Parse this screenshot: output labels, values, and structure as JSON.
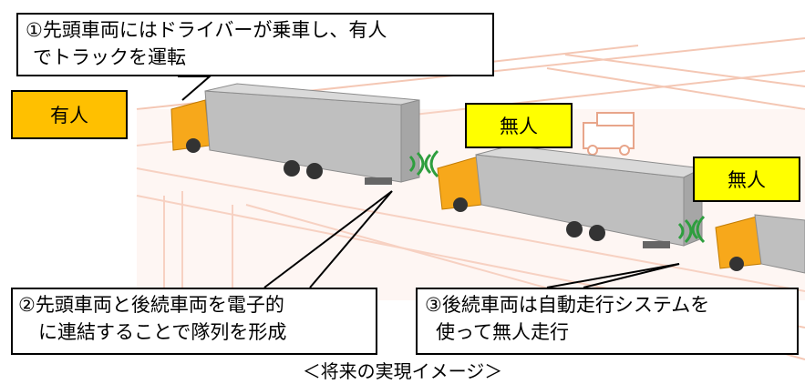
{
  "callouts": {
    "lead": {
      "line1": "①先頭車両にはドライバーが乗車し、有人",
      "line2": "でトラックを運転"
    },
    "link": {
      "line1": "②先頭車両と後続車両を電子的",
      "line2": "に連結することで隊列を形成"
    },
    "follow": {
      "line1": "③後続車両は自動走行システムを",
      "line2": "使って無人走行"
    }
  },
  "badges": {
    "manned": {
      "label": "有人",
      "color": "#FFC000"
    },
    "unmanned_1": {
      "label": "無人",
      "color": "#FFFF00"
    },
    "unmanned_2": {
      "label": "無人",
      "color": "#FFFF00"
    }
  },
  "caption": "＜将来の実現イメージ＞",
  "colors": {
    "road_lines": "#F4C7B4",
    "cab": "#F7A81B",
    "trailer": "#BFBFBF",
    "signal": "#2E9E3E"
  }
}
